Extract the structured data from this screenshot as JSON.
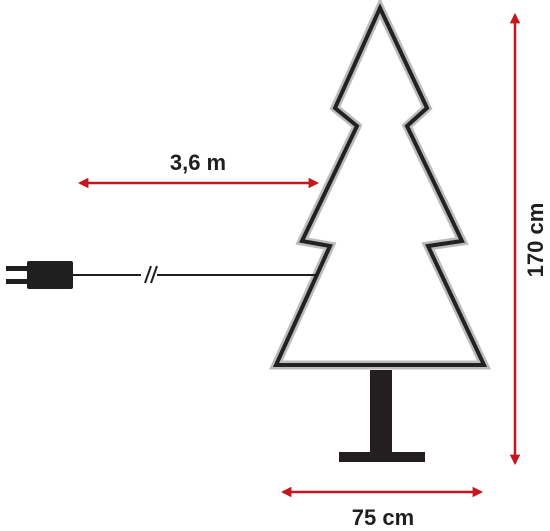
{
  "dimensions": {
    "cable_length": "3,6 m",
    "height": "170 cm",
    "width": "75 cm"
  },
  "colors": {
    "arrow": "#c4161c",
    "tree_outline": "#222222",
    "tree_glow": "#b9b9b9",
    "stand": "#231f20",
    "plug": "#1f1f1f"
  },
  "icons": {
    "plug": "power-plug-icon",
    "tree": "christmas-tree-outline-icon"
  }
}
